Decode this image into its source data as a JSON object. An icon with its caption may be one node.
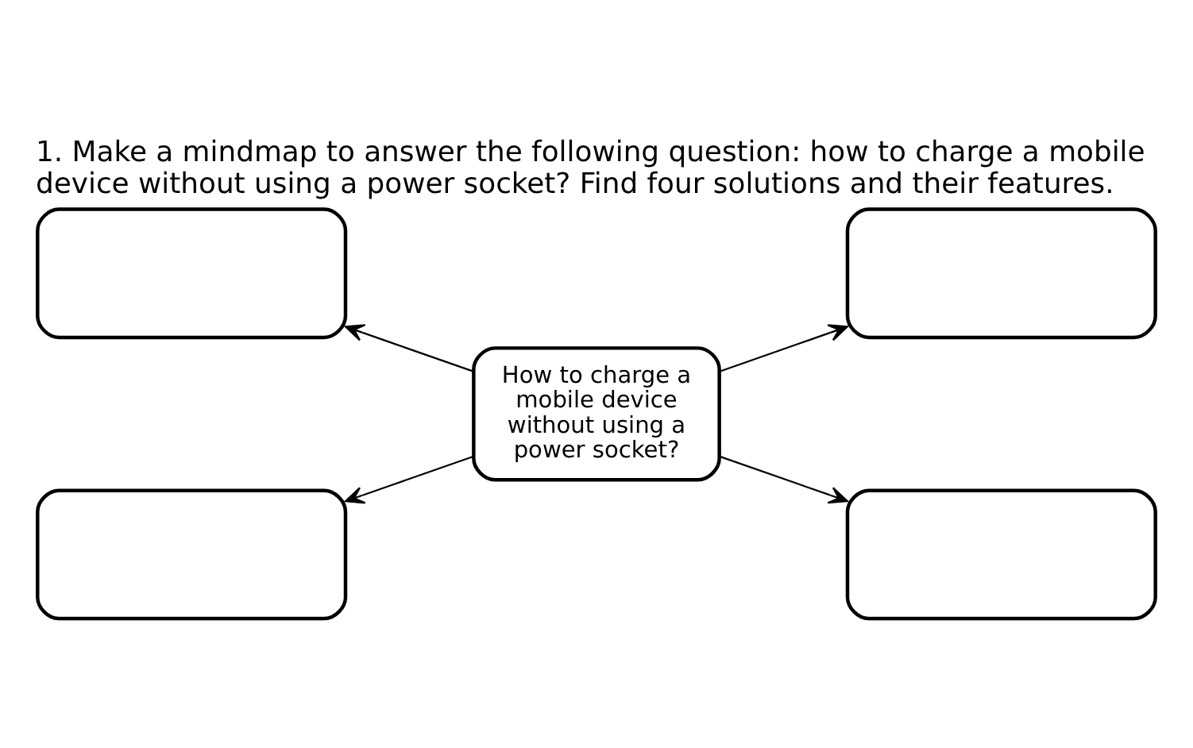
{
  "diagram": {
    "title": "1. Make a mindmap to answer the following question: how to charge a mobile device without using a power socket? Find four solutions and their features.",
    "nodes": [
      {
        "text": [],
        "shape": "box"
      },
      {
        "text": [],
        "shape": "box"
      },
      {
        "text": [
          "How to charge a mobile device without using a power socket?"
        ]
      },
      {
        "text": [],
        "shape": "box"
      },
      {
        "text": [],
        "shape": "box"
      }
    ],
    "edges": [
      {
        "from": 2,
        "to": 0,
        "arrow": "to"
      },
      {
        "from": 2,
        "to": 1,
        "arrow": "to"
      },
      {
        "from": 2,
        "to": 3,
        "arrow": "to"
      },
      {
        "from": 2,
        "to": 4,
        "arrow": "to"
      }
    ]
  }
}
